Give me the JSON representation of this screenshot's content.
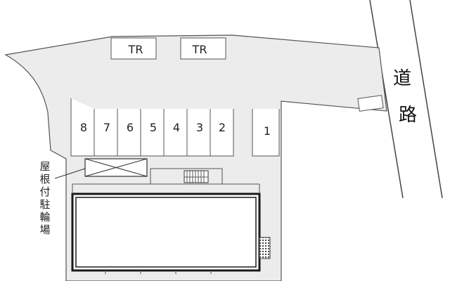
{
  "colors": {
    "lot": "#ececec",
    "space": "#ffffff",
    "line": "#555555",
    "building": "#1a1a1a",
    "road_edge": "#444444"
  },
  "road": {
    "label_chars": [
      "道",
      "路"
    ]
  },
  "truck_rooms": [
    {
      "label": "TR"
    },
    {
      "label": "TR"
    }
  ],
  "parking_spaces": [
    {
      "number": "8"
    },
    {
      "number": "7"
    },
    {
      "number": "6"
    },
    {
      "number": "5"
    },
    {
      "number": "4"
    },
    {
      "number": "3"
    },
    {
      "number": "2"
    },
    {
      "number": "1"
    }
  ],
  "bike_parking": {
    "label_chars": [
      "屋",
      "根",
      "付",
      "駐",
      "輪",
      "場"
    ]
  },
  "icons": [
    "stairs-icon",
    "crosshatch-box-icon",
    "garbage-area-icon"
  ]
}
